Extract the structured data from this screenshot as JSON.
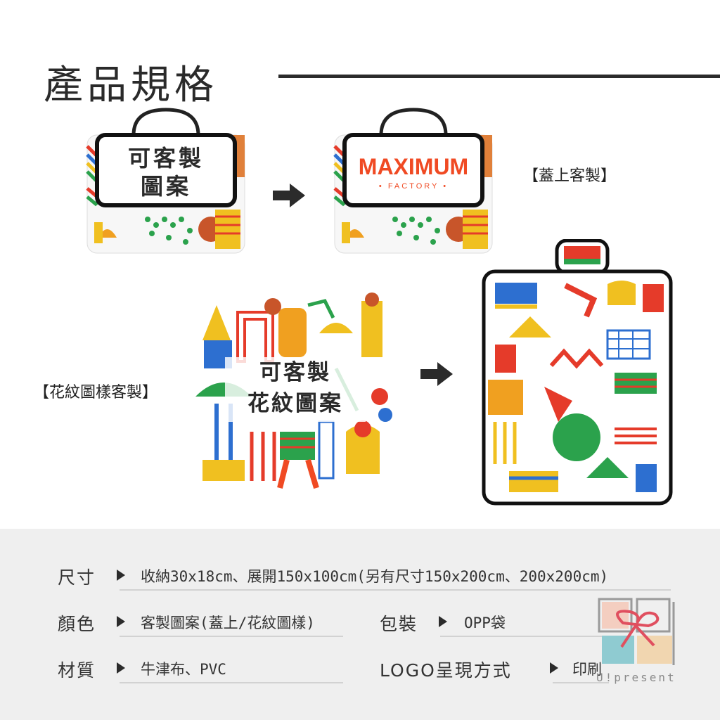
{
  "header": {
    "title": "產品規格"
  },
  "customization": {
    "cover_note": "【蓋上客製】",
    "pattern_note": "【花紋圖樣客製】",
    "bag_plain_text_line1": "可客製",
    "bag_plain_text_line2": "圖案",
    "bag_logo_brand": "MAXIMUM",
    "bag_logo_sub": "• FACTORY •",
    "pattern_caption_line1": "可客製",
    "pattern_caption_line2": "花紋圖案"
  },
  "specs": {
    "size_label": "尺寸",
    "size_value": "收納30x18cm、展開150x100cm(另有尺寸150x200cm、200x200cm)",
    "color_label": "顏色",
    "color_value": "客製圖案(蓋上/花紋圖樣)",
    "package_label": "包裝",
    "package_value": "OPP袋",
    "material_label": "材質",
    "material_value": "牛津布、PVC",
    "logo_label": "LOGO呈現方式",
    "logo_value": "印刷"
  },
  "brand": {
    "name": "U!present",
    "icon": "gift-box-logo"
  },
  "colors": {
    "accent_orange": "#f04a23",
    "dark": "#2b2b2b",
    "panel": "#efefef"
  }
}
